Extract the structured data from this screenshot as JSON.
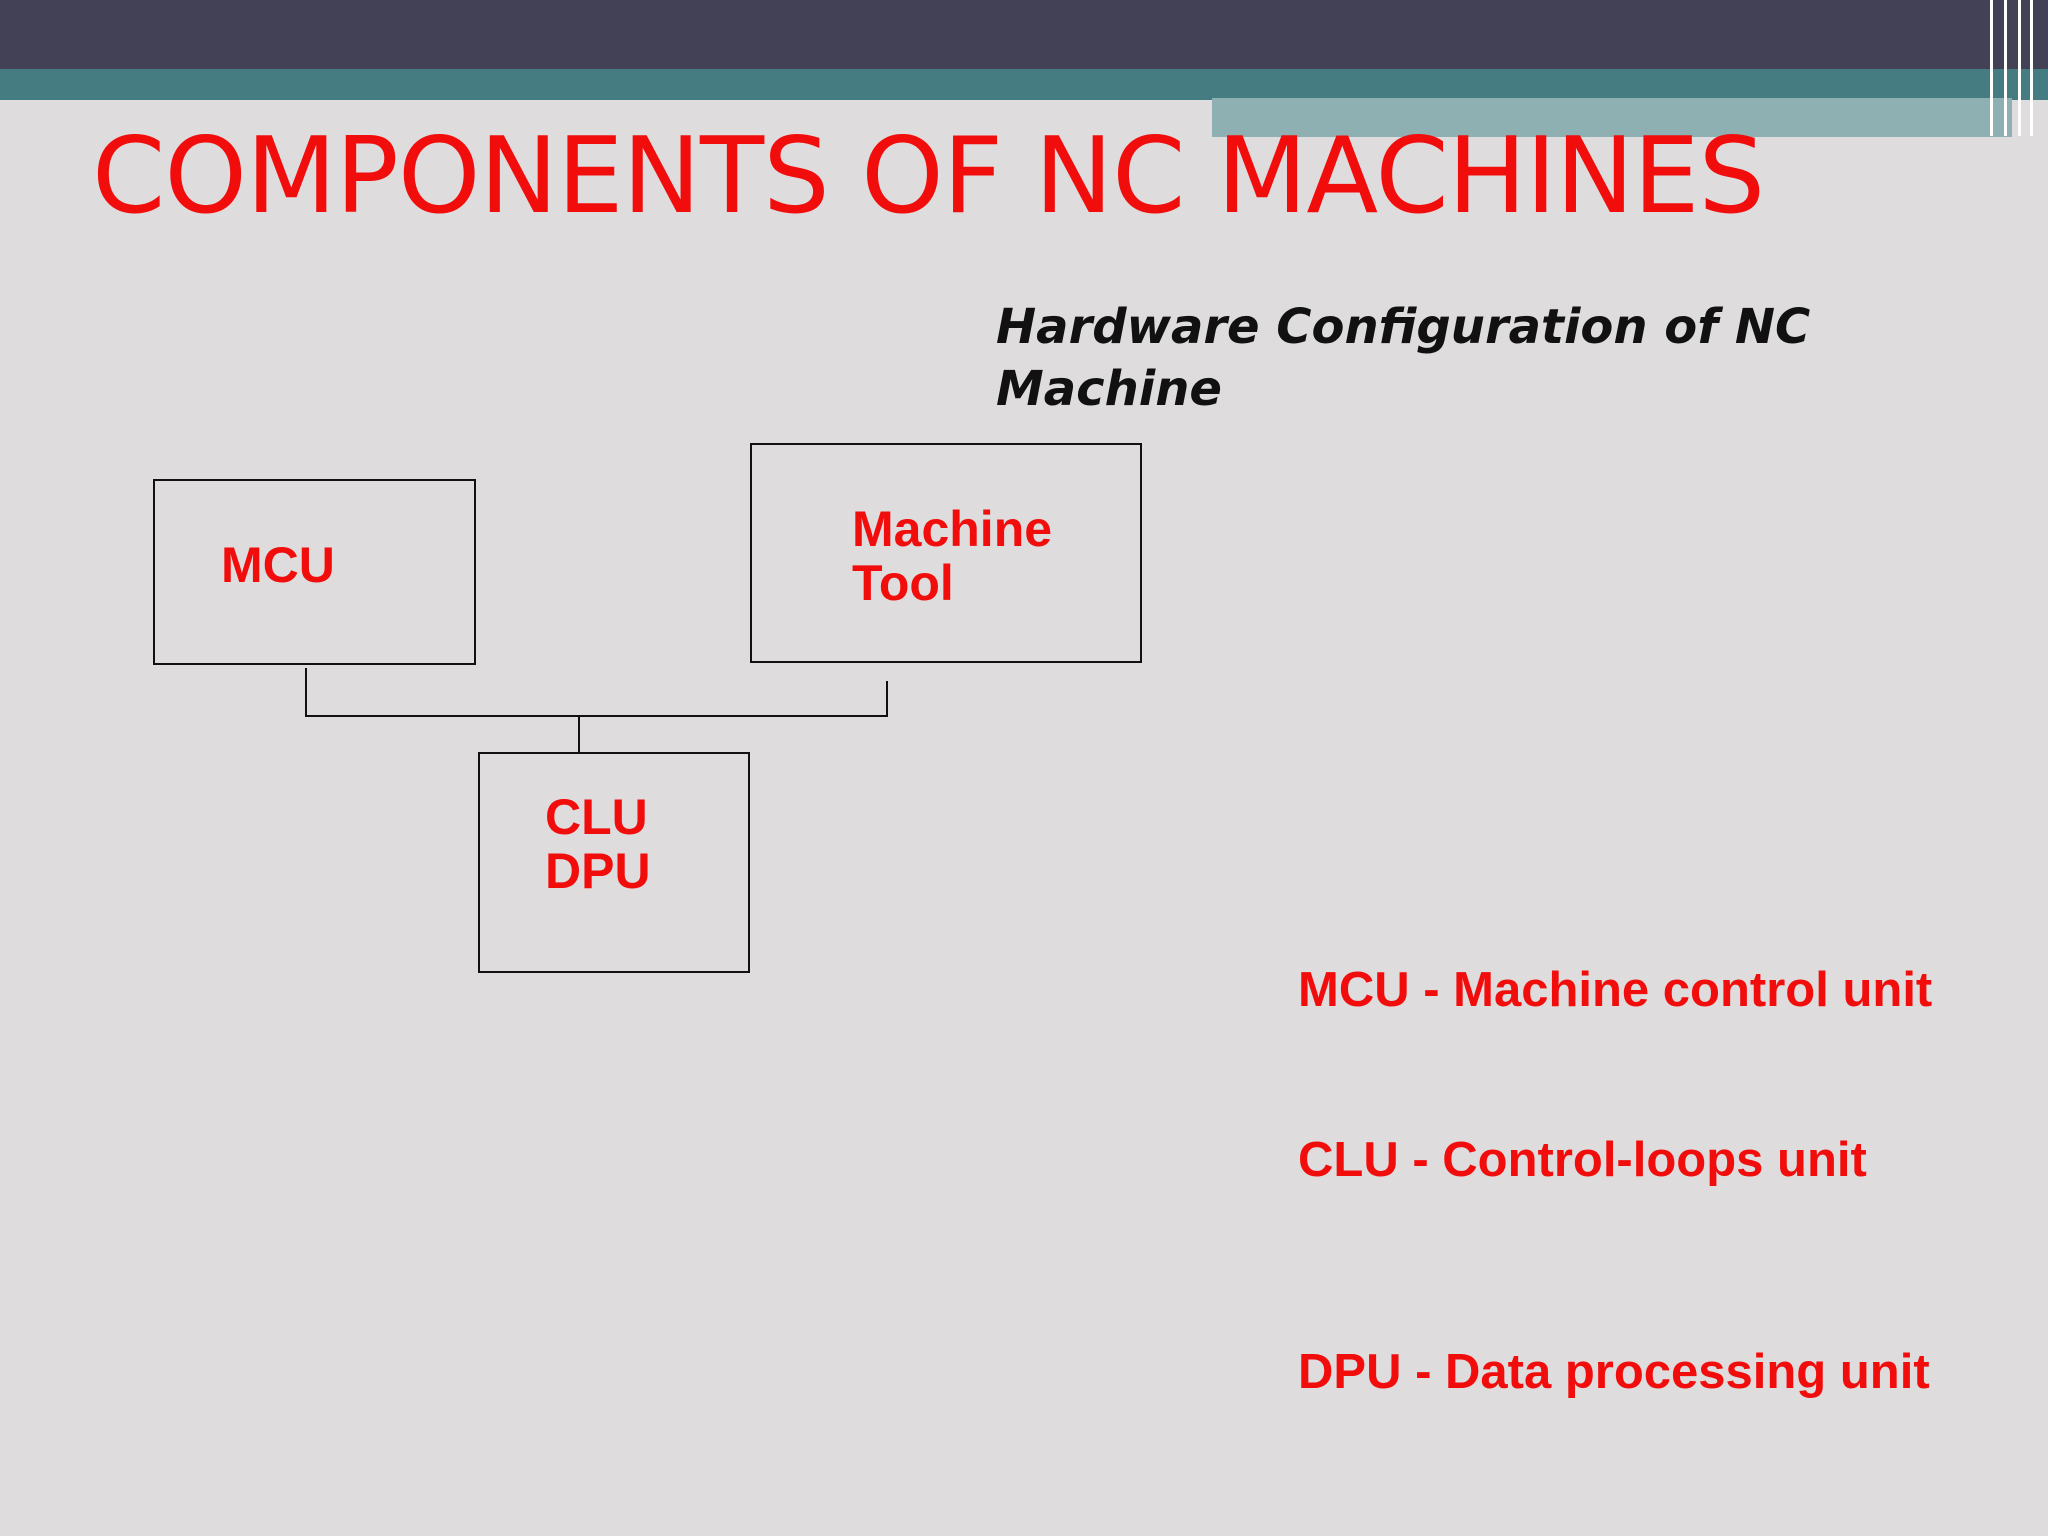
{
  "slide": {
    "title": "COMPONENTS OF NC MACHINES",
    "subtitle": "Hardware Configuration of NC Machine"
  },
  "diagram": {
    "boxes": {
      "mcu": {
        "lines": [
          "MCU"
        ]
      },
      "machine_tool": {
        "lines": [
          "Machine",
          "Tool"
        ]
      },
      "clu_dpu": {
        "lines": [
          "CLU",
          "DPU"
        ]
      }
    },
    "connections": [
      {
        "from": "mcu",
        "to": "clu_dpu"
      },
      {
        "from": "machine_tool",
        "to": "clu_dpu"
      }
    ]
  },
  "definitions": [
    "MCU - Machine control unit",
    "CLU - Control-loops unit",
    "DPU - Data processing unit"
  ],
  "colors": {
    "title": "#f20d0d",
    "top_bar": "#434156",
    "accent_bar": "#447c81",
    "accent_strip": "#8eb0b3",
    "background": "#dedcdd"
  }
}
